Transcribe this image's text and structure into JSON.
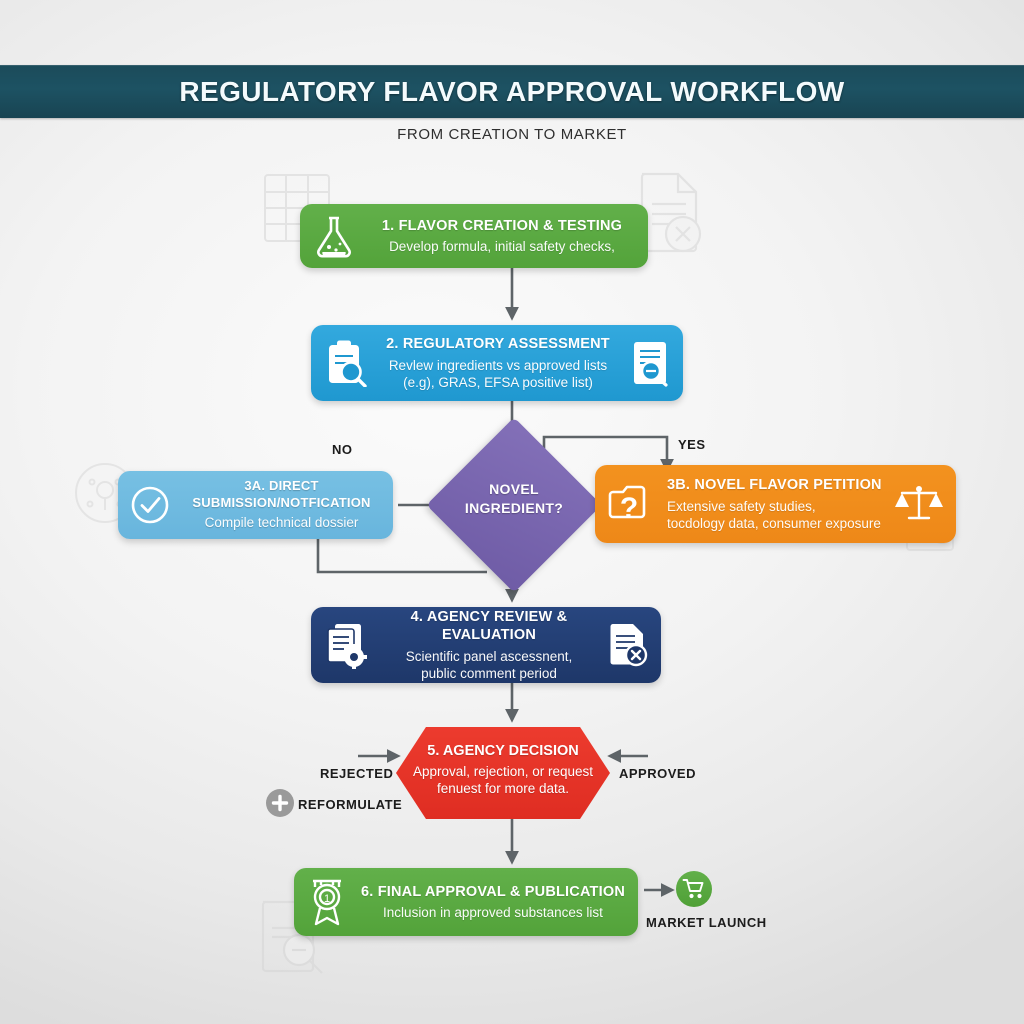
{
  "banner": {
    "title": "REGULATORY FLAVOR APPROVAL WORKFLOW",
    "subtitle": "FROM CREATION TO MARKET",
    "color": "#1d5263"
  },
  "nodes": {
    "step1": {
      "title": "1. FLAVOR CREATION & TESTING",
      "sub_line1": "Develop formula, initial safety checks,",
      "sub_line2": "",
      "color": "#53a33a",
      "icon_left": "flask-icon",
      "shape": "rounded-rectangle"
    },
    "step2": {
      "title": "2. REGULATORY ASSESSMENT",
      "sub_line1": "Revlew ingredients vs approved lists",
      "sub_line2": "(e.g), GRAS, EFSA positive list)",
      "color": "#1f98d0",
      "icon_left": "clipboard-search-icon",
      "icon_right": "document-search-icon",
      "shape": "rounded-rectangle"
    },
    "decision1": {
      "title_line1": "NOVEL",
      "title_line2": "INGREDIENT?",
      "color": "#6f5ca6",
      "shape": "diamond"
    },
    "step3a": {
      "title": "3A. DIRECT SUBMISSION/NOTFICATION",
      "sub_line1": "Compile technical dossier",
      "sub_line2": "",
      "color": "#68b5dd",
      "icon_left": "check-circle-icon",
      "shape": "rounded-rectangle"
    },
    "step3b": {
      "title": "3B. NOVEL FLAVOR PETITION",
      "sub_line1": "Extensive safety studies,",
      "sub_line2": "tocdology data, consumer exposure",
      "color": "#ee8818",
      "icon_left": "question-box-icon",
      "icon_right": "scales-icon",
      "shape": "rounded-rectangle"
    },
    "step4": {
      "title": "4. AGENCY REVIEW & EVALUATION",
      "sub_line1": "Scientific panel ascessnent,",
      "sub_line2": "public comment period",
      "color": "#1e3769",
      "icon_left": "documents-gear-icon",
      "icon_right": "document-x-icon",
      "shape": "rounded-rectangle"
    },
    "step5": {
      "title": "5. AGENCY DECISION",
      "sub_line1": "Approval, rejection, or request",
      "sub_line2": "fenuest for more data.",
      "color": "#df2d22",
      "shape": "hexagon"
    },
    "step6": {
      "title": "6. FINAL APPROVAL & PUBLICATION",
      "sub_line1": "Inclusion in approved substances list",
      "sub_line2": "",
      "color": "#53a33a",
      "icon_left": "award-ribbon-icon",
      "shape": "rounded-rectangle"
    }
  },
  "edge_labels": {
    "no": "NO",
    "yes": "YES",
    "rejected": "REJECTED",
    "approved": "APPROVED",
    "reformulate": "REFORMULATE",
    "market_launch": "MARKET LAUNCH"
  },
  "badges": {
    "reformulate_icon": "plus-circle-icon",
    "market_icon": "shopping-cart-icon"
  },
  "watermarks": [
    "spreadsheet-icon",
    "document-x-icon",
    "molecule-circle-icon",
    "document-x-icon",
    "document-search-icon"
  ],
  "connector_color": "#5e6468"
}
